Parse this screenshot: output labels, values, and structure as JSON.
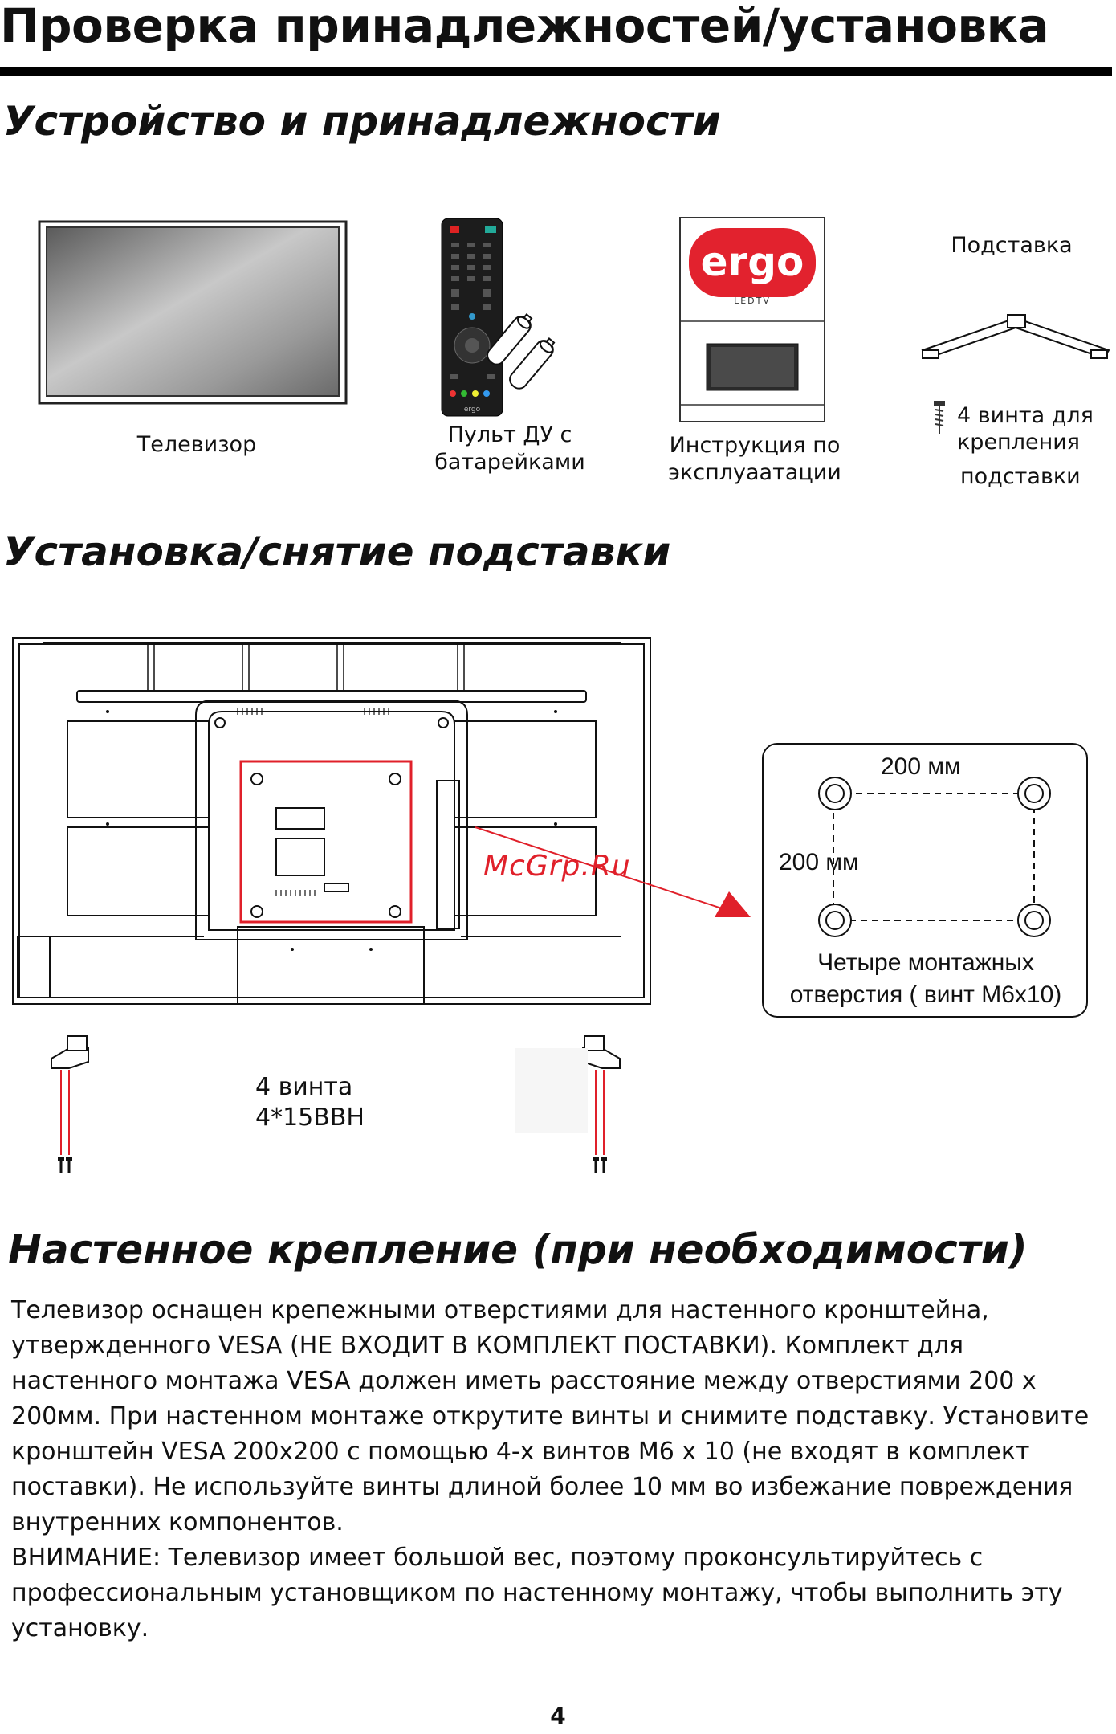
{
  "page_title": "Проверка принадлежностей/установка",
  "sections": {
    "accessories": "Устройство и принадлежности",
    "stand": "Установка/снятие подставки",
    "wall": "Настенное крепление   (при необходимости)"
  },
  "accessories": {
    "tv": "Телевизор",
    "remote_line1": "Пульт ДУ с",
    "remote_line2": "батарейками",
    "manual_line1": "Инструкция по",
    "manual_line2": "эксплуаатации",
    "stand": "Подставка",
    "screws_line1": "4 винта для",
    "screws_line2": "крепления",
    "screws_line3": "подставки",
    "manual_brand": "ergo",
    "manual_subtitle": "LEDTV",
    "remote_brand": "ergo"
  },
  "diagram": {
    "vesa_horizontal": "200 мм",
    "vesa_vertical": "200 мм",
    "vesa_caption_line1": "Четыре монтажных",
    "vesa_caption_line2": "отверстия ( винт M6x10)",
    "screws_count": "4  винта",
    "screws_type": "4*15BBH",
    "watermark": "McGrp.Ru",
    "highlight_color": "#e0202a",
    "arrow_color": "#e0202a"
  },
  "wall_mount_paragraphs": [
    "Телевизор оснащен крепежными отверстиями для настенного кронштейна, утвержденного VESA (НЕ ВХОДИТ В КОМПЛЕКТ ПОСТАВКИ). Комплект для настенного монтажа VESA должен иметь расстояние между отверстиями 200 x 200мм. При настенном монтаже открутите винты и снимите подставку. Установите кронштейн VESA 200x200 с помощью 4-х винтов M6 x 10 (не входят в комплект поставки). Не используйте винты длиной более 10 мм во избежание повреждения внутренних компонентов.",
    "ВНИМАНИЕ: Телевизор имеет большой вес, поэтому проконсультируйтесь с профессиональным установщиком по настенному монтажу, чтобы выполнить эту установку."
  ],
  "page_number": "4"
}
